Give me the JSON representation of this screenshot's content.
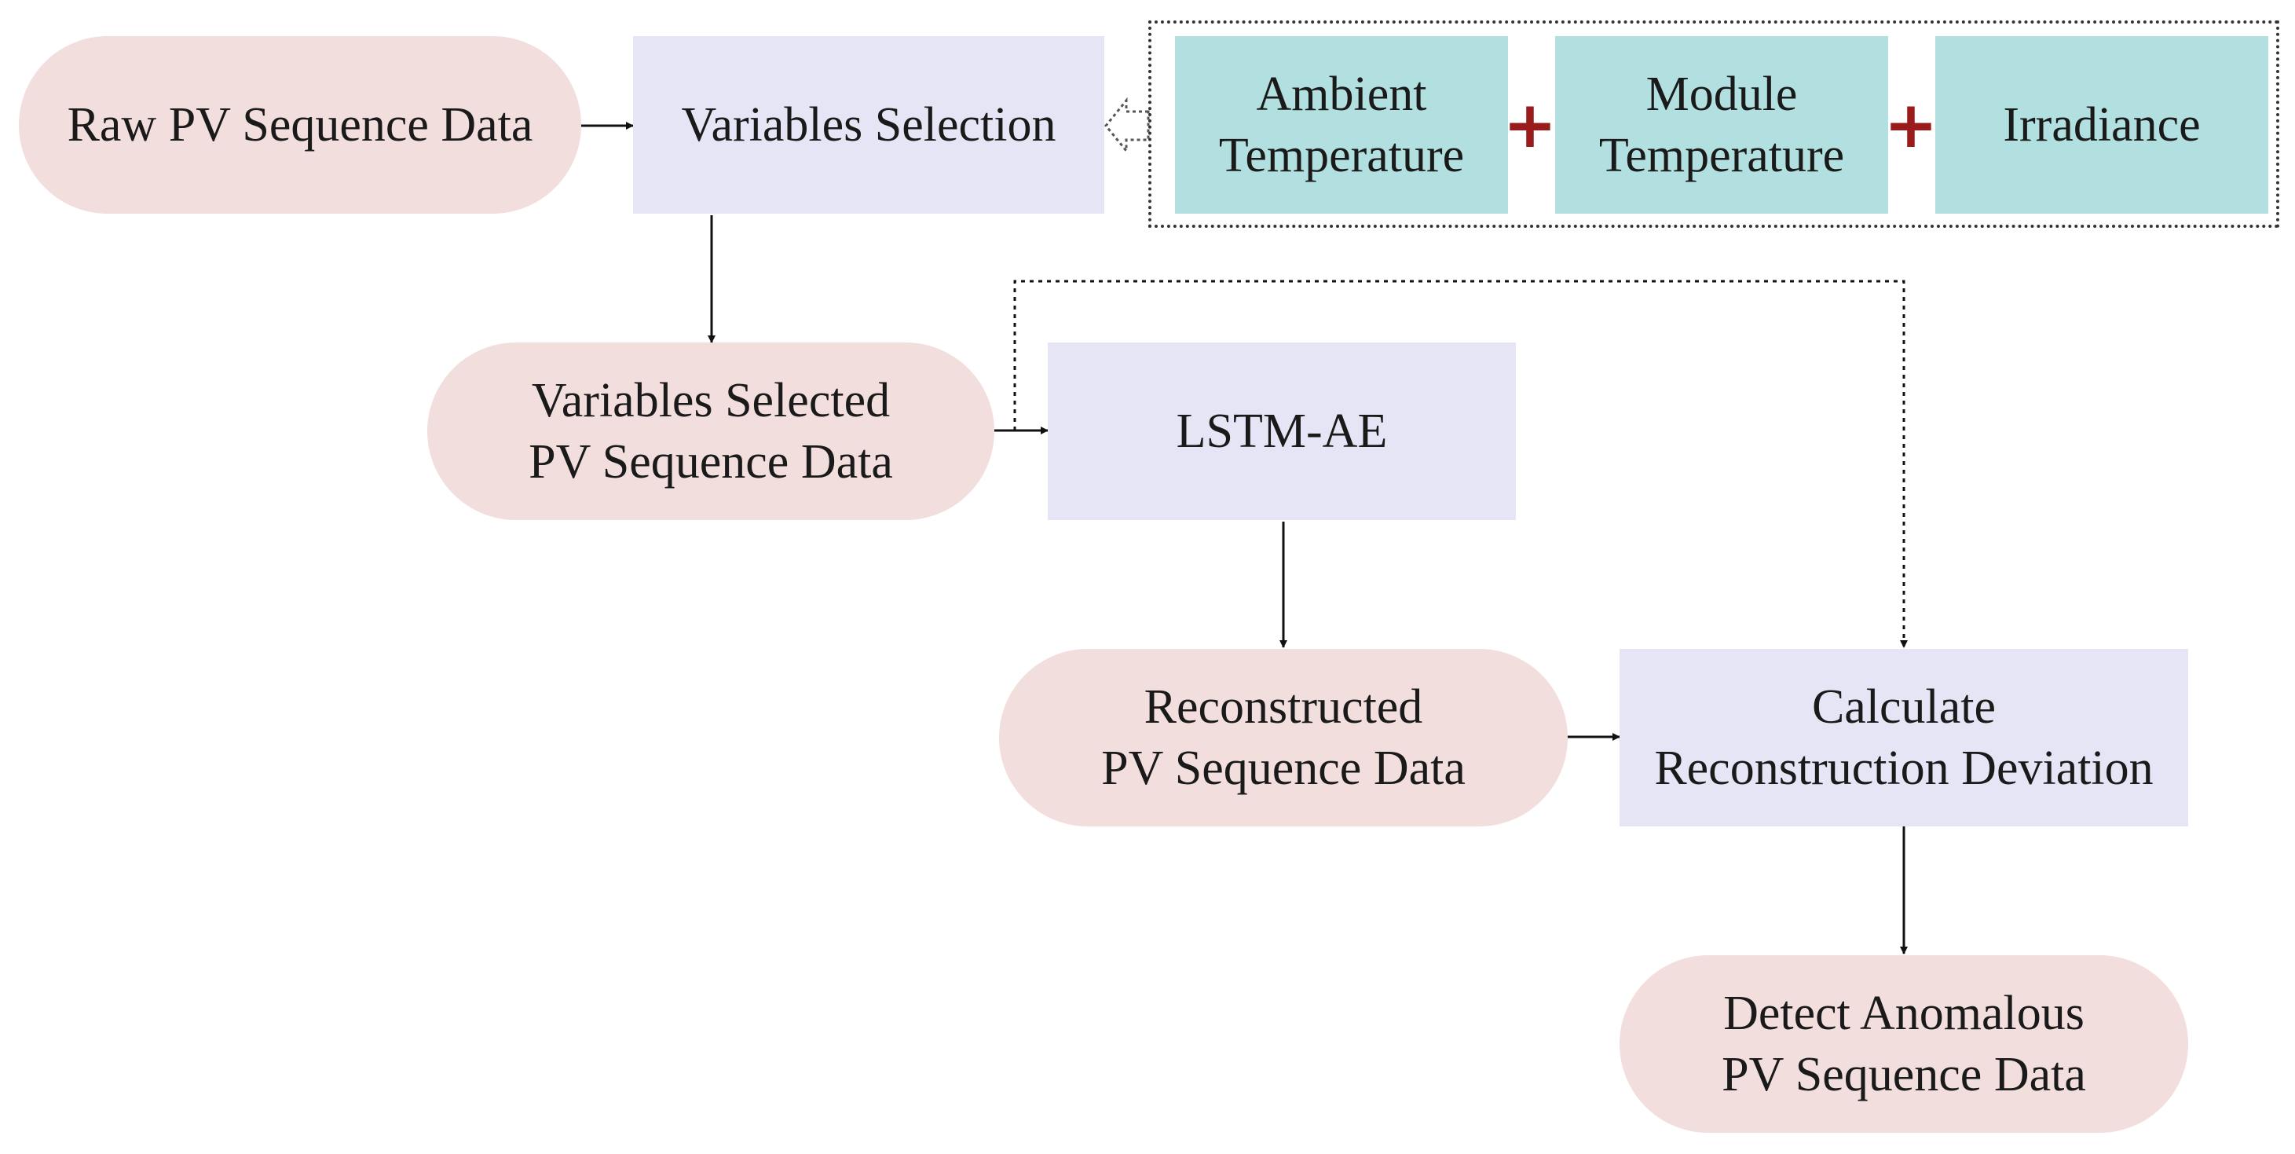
{
  "nodes": {
    "raw_data": "Raw PV Sequence Data",
    "variables_selection": "Variables Selection",
    "selected_data": "Variables Selected\nPV Sequence Data",
    "lstm_ae": "LSTM-AE",
    "reconstructed": "Reconstructed\nPV Sequence Data",
    "deviation": "Calculate\nReconstruction Deviation",
    "detect": "Detect Anomalous\nPV Sequence Data"
  },
  "variables": {
    "ambient": "Ambient\nTemperature",
    "module": "Module\nTemperature",
    "irradiance": "Irradiance",
    "operator": "+"
  },
  "colors": {
    "data_node": "#f2dedd",
    "process_node": "#e6e5f6",
    "variable_node": "#b2dfdf",
    "operator": "#9a1b1b",
    "arrow": "#111111"
  }
}
